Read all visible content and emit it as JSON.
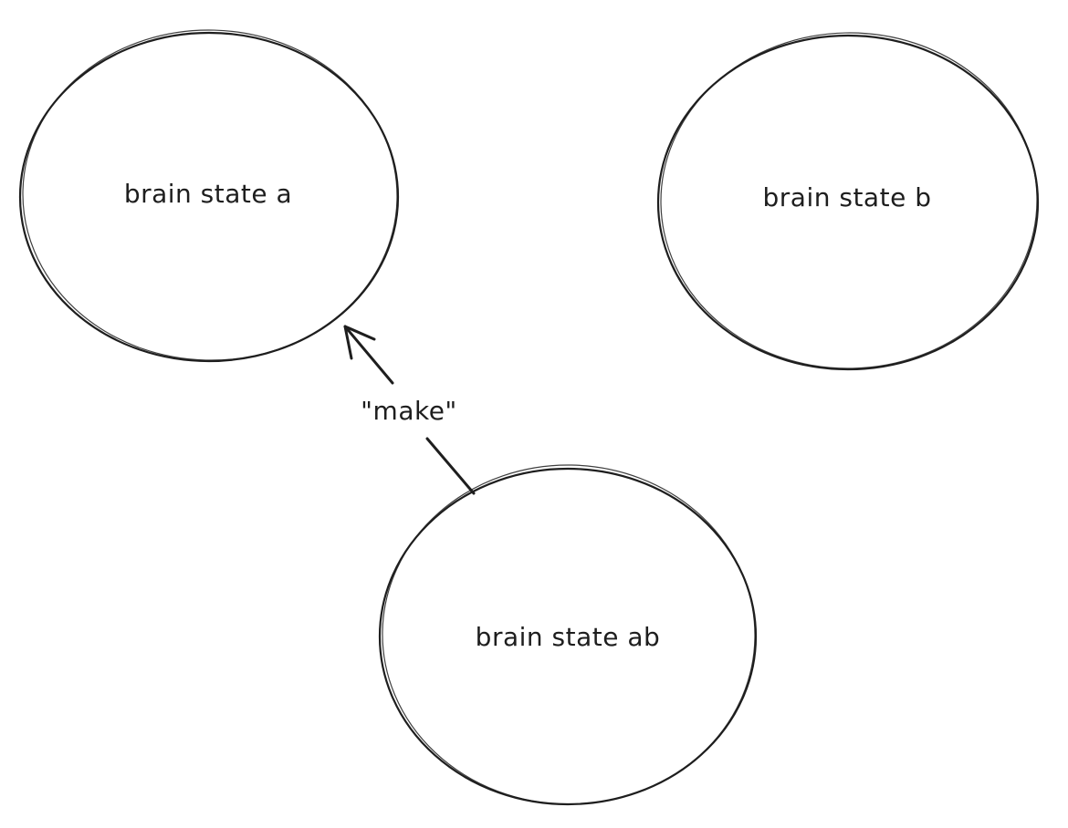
{
  "diagram": {
    "nodes": [
      {
        "id": "a",
        "label": "brain state a"
      },
      {
        "id": "b",
        "label": "brain state b"
      },
      {
        "id": "ab",
        "label": "brain state ab"
      }
    ],
    "edges": [
      {
        "from": "ab",
        "to": "a",
        "label": "\"make\""
      }
    ],
    "colors": {
      "stroke": "#1e1e1e",
      "background": "#ffffff",
      "text": "#1e1e1e"
    }
  }
}
